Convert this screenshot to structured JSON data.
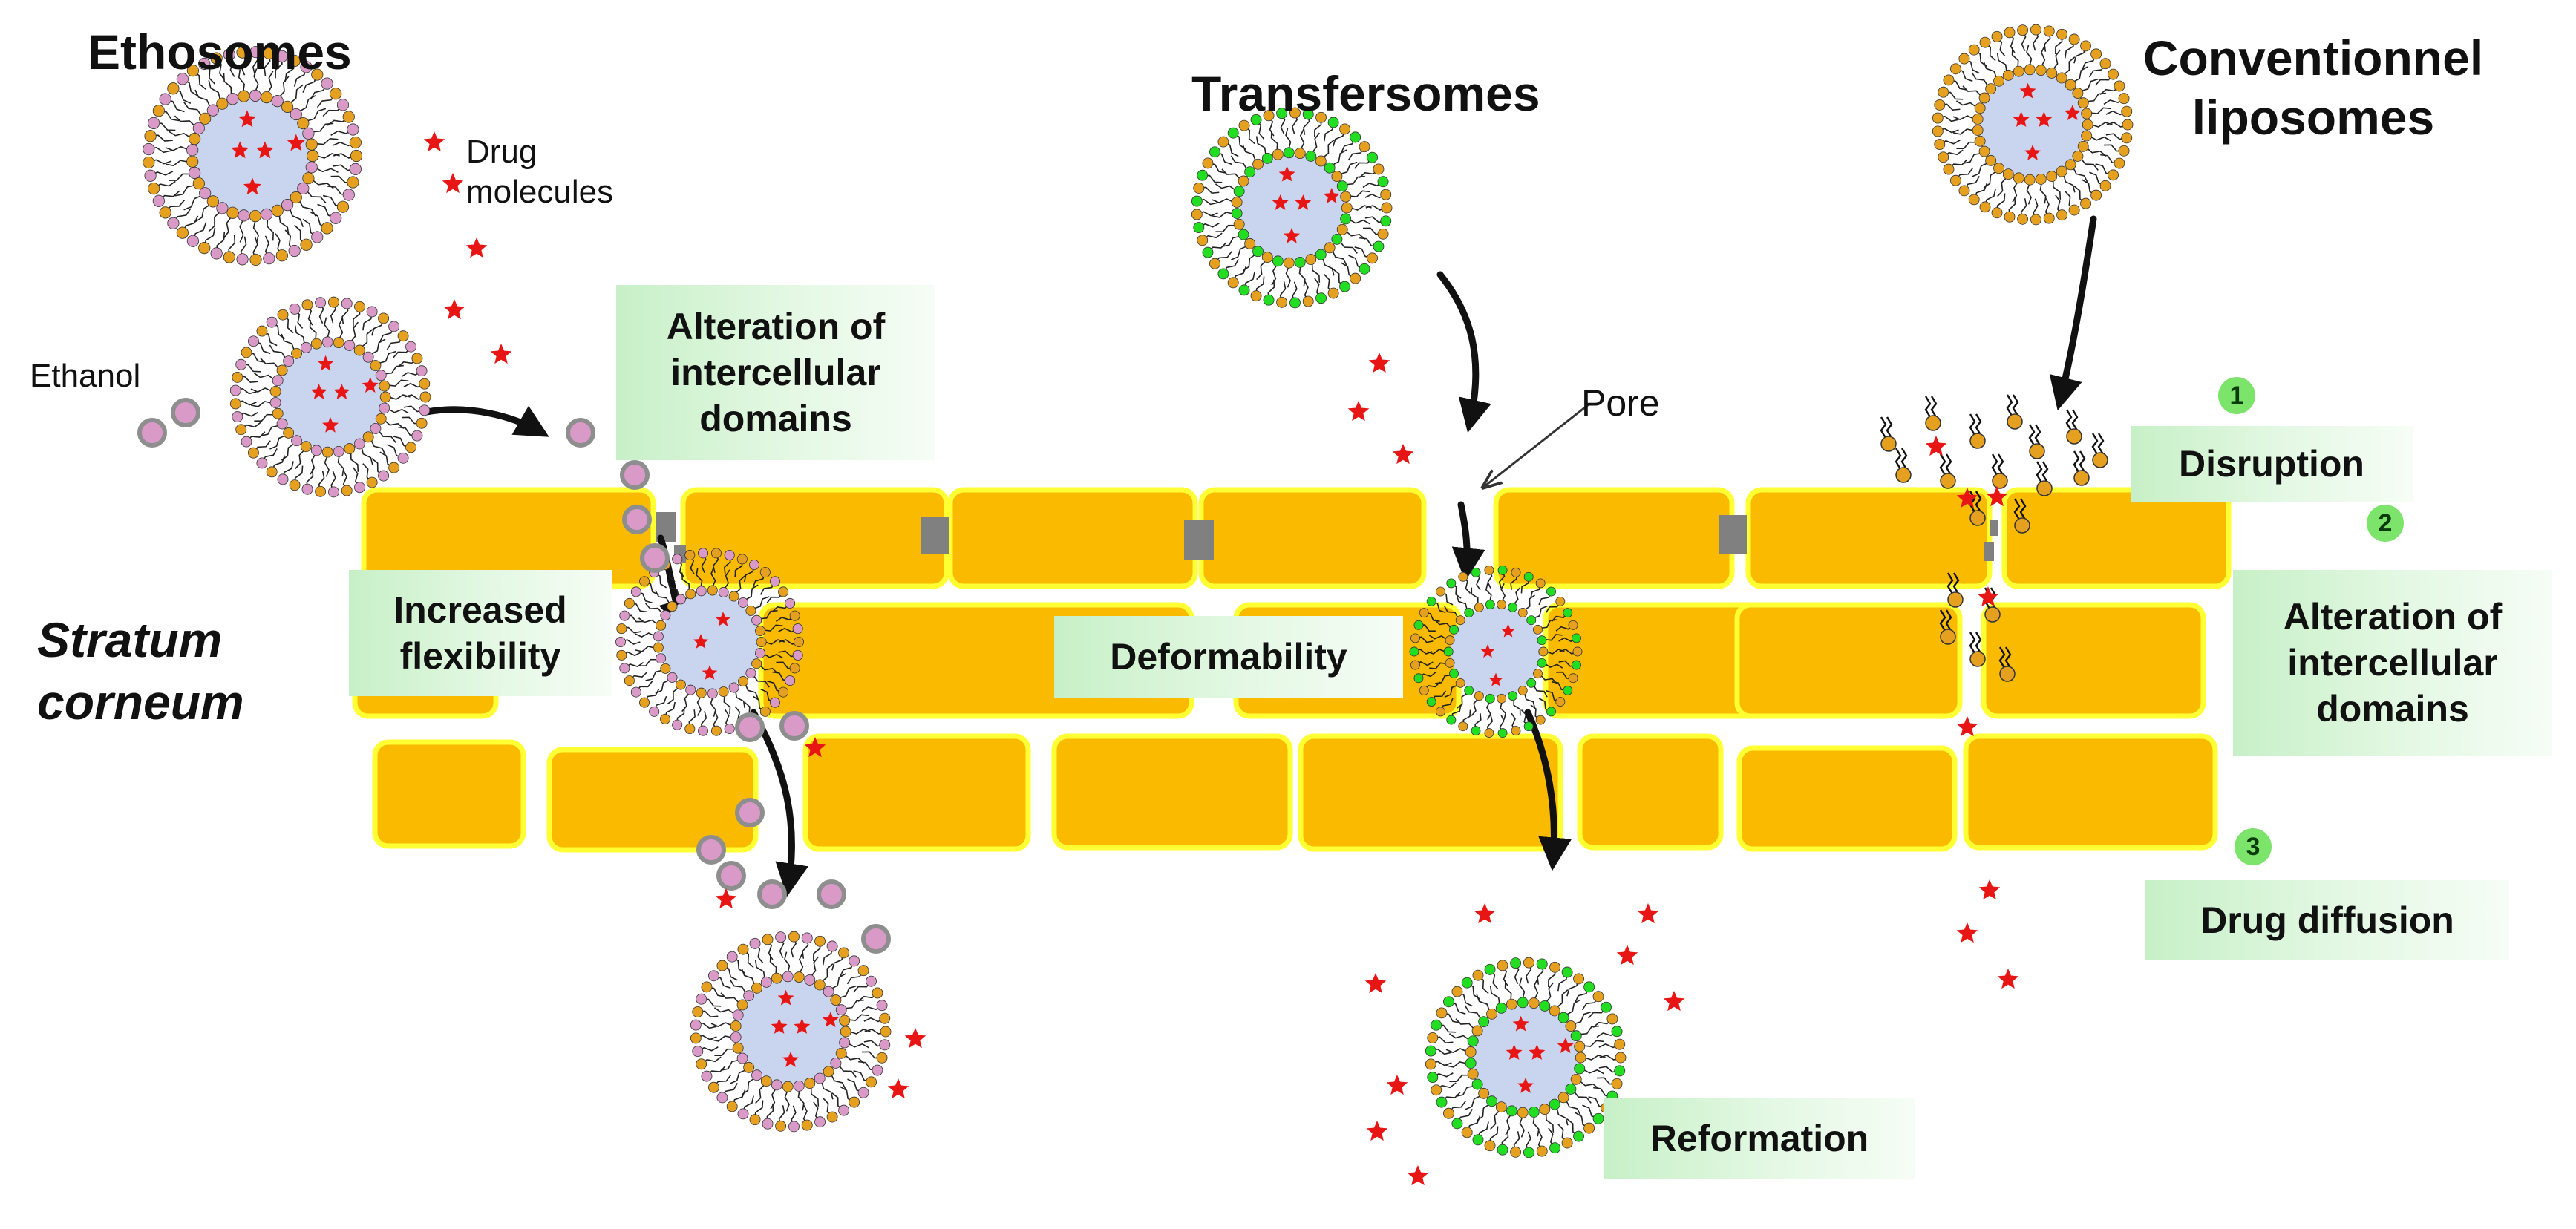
{
  "labels": {
    "ethosomes": "Ethosomes",
    "transfersomes": "Transfersomes",
    "conventional": [
      "Conventionnel",
      "liposomes"
    ],
    "drug_molecules": [
      "Drug",
      "molecules"
    ],
    "ethanol": "Ethanol",
    "pore": "Pore",
    "stratum": [
      "Stratum",
      "corneum"
    ]
  },
  "boxes": {
    "alteration_left": [
      "Alteration of",
      "intercellular",
      "domains"
    ],
    "increased_flexibility": [
      "Increased",
      "flexibility"
    ],
    "deformability": "Deformability",
    "reformation": "Reformation",
    "disruption": "Disruption",
    "alteration_right": [
      "Alteration of",
      "intercellular",
      "domains"
    ],
    "drug_diffusion": "Drug diffusion"
  },
  "steps": [
    "1",
    "2",
    "3"
  ],
  "colors": {
    "cell_fill": "#f9ba00",
    "cell_border": "#ffff33",
    "junction": "#808080",
    "vesicle_core": "#c9d4ee",
    "lipid_head": "#e6a020",
    "ethanol_head": "#d99ac8",
    "edge_activator": "#22dd22",
    "drug_star": "#e81515",
    "label_box": "#c7f0c7",
    "step_badge": "#7ce46a"
  }
}
